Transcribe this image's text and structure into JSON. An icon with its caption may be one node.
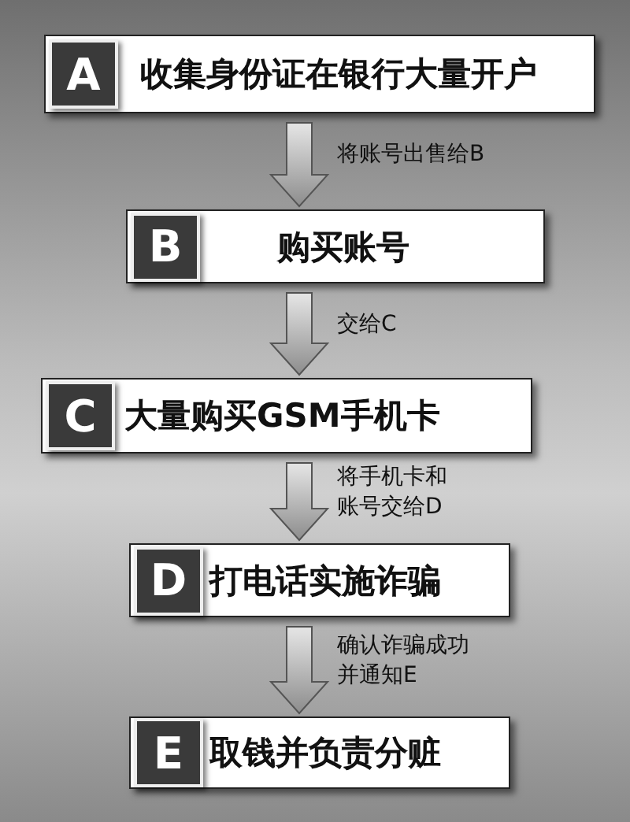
{
  "diagram": {
    "nodes": [
      {
        "text": [
          "收集身份证在银行大量开户"
        ]
      },
      {
        "text": [
          "A"
        ],
        "in": 0
      },
      {
        "text": [
          "购买账号"
        ]
      },
      {
        "text": [
          "B"
        ],
        "in": 2
      },
      {
        "text": [
          "大量购买GSM手机卡"
        ]
      },
      {
        "text": [
          "C"
        ],
        "in": 4
      },
      {
        "text": [
          "打电话实施诈骗"
        ]
      },
      {
        "text": [
          "D"
        ],
        "in": 6
      },
      {
        "text": [
          "取钱并负责分赃"
        ]
      },
      {
        "text": [
          "E"
        ],
        "in": 8
      }
    ],
    "edges": [
      {
        "from": 0,
        "to": 2,
        "arrow": "to",
        "label": "将账号出售给B"
      },
      {
        "from": 2,
        "to": 4,
        "arrow": "to",
        "label": "交给C"
      },
      {
        "from": 4,
        "to": 6,
        "arrow": "to",
        "label": "将手机卡和账号交给D"
      },
      {
        "from": 6,
        "to": 8,
        "arrow": "to",
        "label": "确认诈骗成功并通知E"
      }
    ]
  }
}
